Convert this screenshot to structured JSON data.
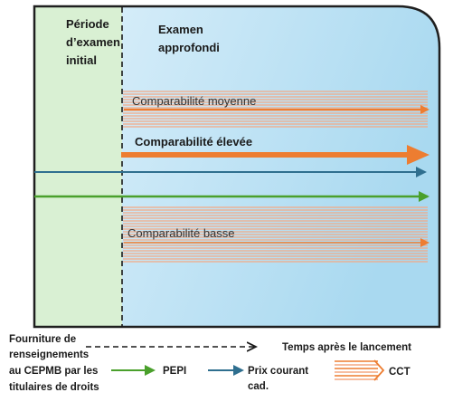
{
  "phases": {
    "initial_review": [
      "Période",
      "d’examen",
      "initial"
    ],
    "in_depth_review": [
      "Examen",
      "approfondi"
    ]
  },
  "bands": {
    "medium": "Comparabilité moyenne",
    "high": "Comparabilité élevée",
    "low": "Comparabilité basse"
  },
  "legend": {
    "supply_info": [
      "Fourniture de",
      "renseignements",
      "au CEPMB par les",
      "titulaires de droits"
    ],
    "time_after_launch": "Temps après le lancement",
    "pepi": "PEPI",
    "current_price": [
      "Prix courant",
      "cad."
    ],
    "cct": "CCT"
  },
  "colors": {
    "initial_panel": "#d9f0d3",
    "in_depth_panel_start": "#dff1fb",
    "in_depth_panel_end": "#a9d9f0",
    "orange": "#ed7d31",
    "orange_light": "#f4a983",
    "green": "#4aa02c",
    "blue": "#2f6f8f",
    "text": "#1a1a1a"
  }
}
